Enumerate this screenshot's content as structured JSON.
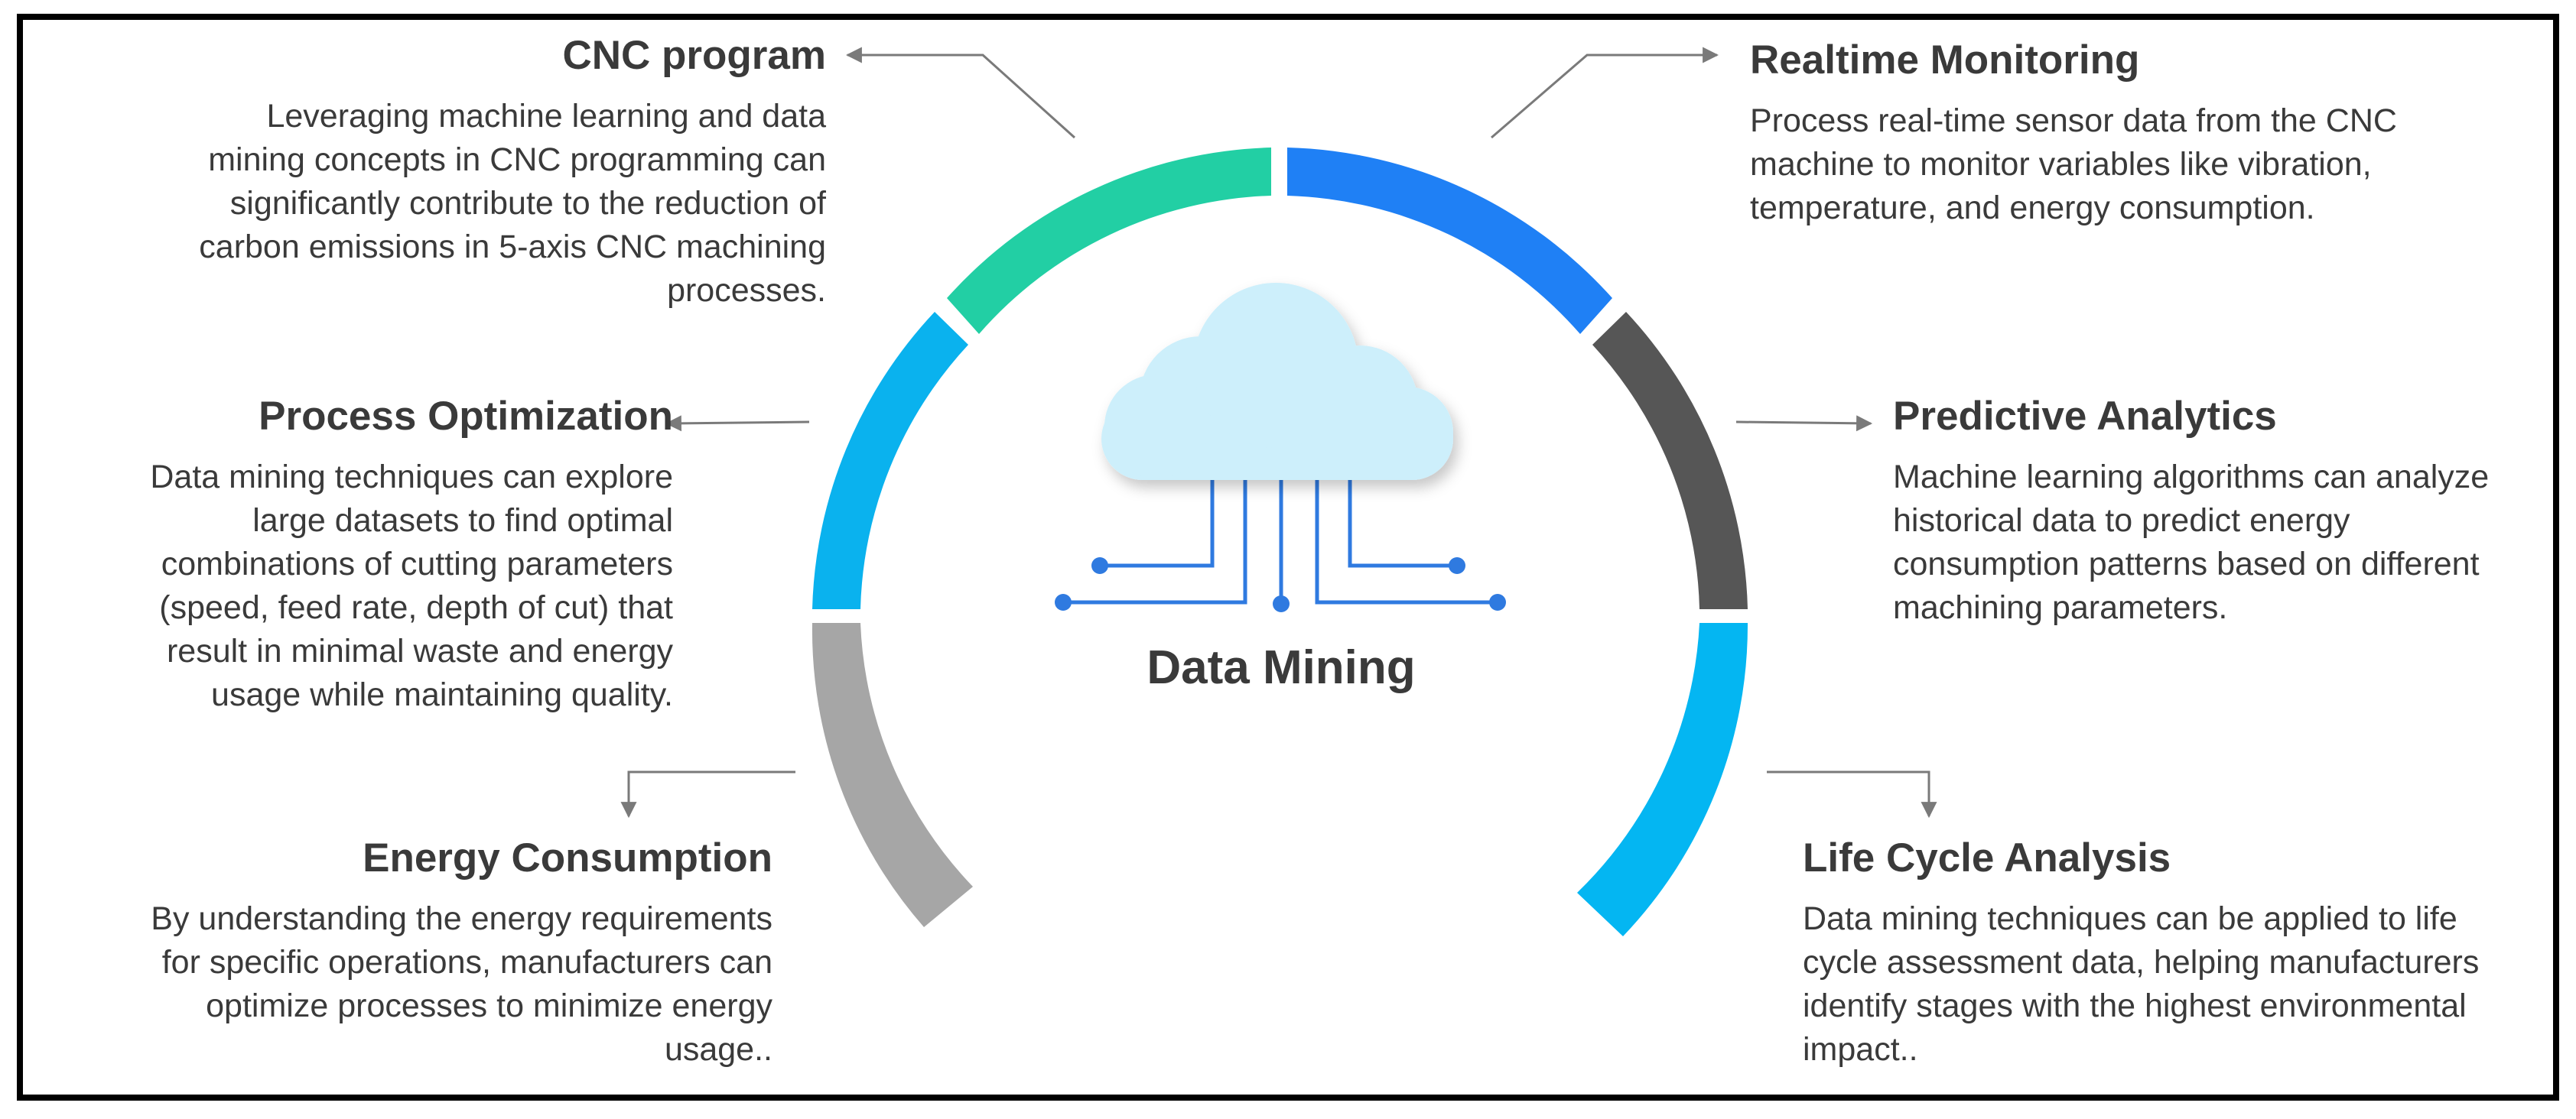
{
  "center": {
    "title": "Data Mining"
  },
  "nodes": {
    "cnc": {
      "title": "CNC program",
      "body": "Leveraging machine learning and data mining concepts in CNC programming can significantly contribute to the reduction of carbon emissions in 5-axis CNC machining processes."
    },
    "process": {
      "title": "Process Optimization",
      "body": "Data mining techniques can explore large datasets to find optimal combinations of cutting parameters (speed, feed rate, depth of cut) that result in minimal waste and energy usage while maintaining quality."
    },
    "energy": {
      "title": "Energy Consumption",
      "body": "By understanding the energy requirements for specific operations, manufacturers can optimize processes to minimize energy usage.."
    },
    "realtime": {
      "title": "Realtime Monitoring",
      "body": "Process real-time sensor data from the CNC machine to monitor variables like vibration, temperature, and energy consumption."
    },
    "predict": {
      "title": "Predictive Analytics",
      "body": "Machine learning algorithms can analyze historical data to predict energy consumption patterns based on different machining parameters."
    },
    "life": {
      "title": "Life Cycle Analysis",
      "body": "Data mining techniques can be applied to life cycle assessment data, helping manufacturers identify stages with the highest environmental impact.."
    }
  },
  "colors": {
    "cnc": "#22cfa4",
    "realtime": "#1f80f5",
    "process": "#0ab2ee",
    "predict": "#565656",
    "energy": "#a6a6a6",
    "life": "#04b6f2",
    "cloud": "#cdeffb",
    "circuit": "#2f7ae0",
    "arrow": "#7a7a7a"
  }
}
